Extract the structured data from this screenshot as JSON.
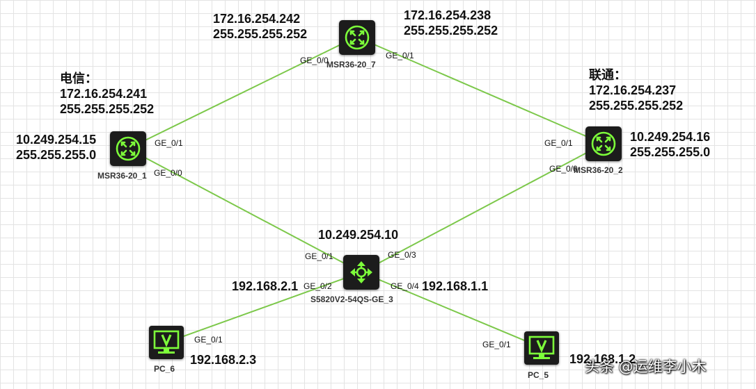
{
  "colors": {
    "link": "#7cc84a",
    "device_body": "#1c1c1c",
    "device_accent": "#7dff3a"
  },
  "devices": {
    "msr7": {
      "name": "MSR36-20_7",
      "icon": "router-icon"
    },
    "msr1": {
      "name": "MSR36-20_1",
      "icon": "router-icon"
    },
    "msr2": {
      "name": "MSR36-20_2",
      "icon": "router-icon"
    },
    "switch": {
      "name": "S5820V2-54QS-GE_3",
      "icon": "switch-icon"
    },
    "pc6": {
      "name": "PC_6",
      "icon": "pc-icon"
    },
    "pc5": {
      "name": "PC_5",
      "icon": "pc-icon"
    }
  },
  "ports": {
    "msr7_left": "GE_0/0",
    "msr7_right": "GE_0/1",
    "msr1_top": "GE_0/1",
    "msr1_bottom": "GE_0/0",
    "msr2_top": "GE_0/1",
    "msr2_bottom": "GE_0/0",
    "sw_p1": "GE_0/1",
    "sw_p3": "GE_0/3",
    "sw_p2": "GE_0/2",
    "sw_p4": "GE_0/4",
    "pc6": "GE_0/1",
    "pc5": "GE_0/1"
  },
  "ips": {
    "msr7_left": [
      "172.16.254.242",
      "255.255.255.252"
    ],
    "msr7_right": [
      "172.16.254.238",
      "255.255.255.252"
    ],
    "telecom_label": "电信：",
    "telecom": [
      "172.16.254.241",
      "255.255.255.252"
    ],
    "unicom_label": "联通：",
    "unicom": [
      "172.16.254.237",
      "255.255.255.252"
    ],
    "msr1_lan": [
      "10.249.254.15",
      "255.255.255.0"
    ],
    "msr2_lan": [
      "10.249.254.16",
      "255.255.255.0"
    ],
    "switch_ip": "10.249.254.10",
    "sw_left": "192.168.2.1",
    "sw_right": "192.168.1.1",
    "pc6": "192.168.2.3",
    "pc5": "192.168.1.2"
  },
  "watermark": "头条 @运维李小木"
}
